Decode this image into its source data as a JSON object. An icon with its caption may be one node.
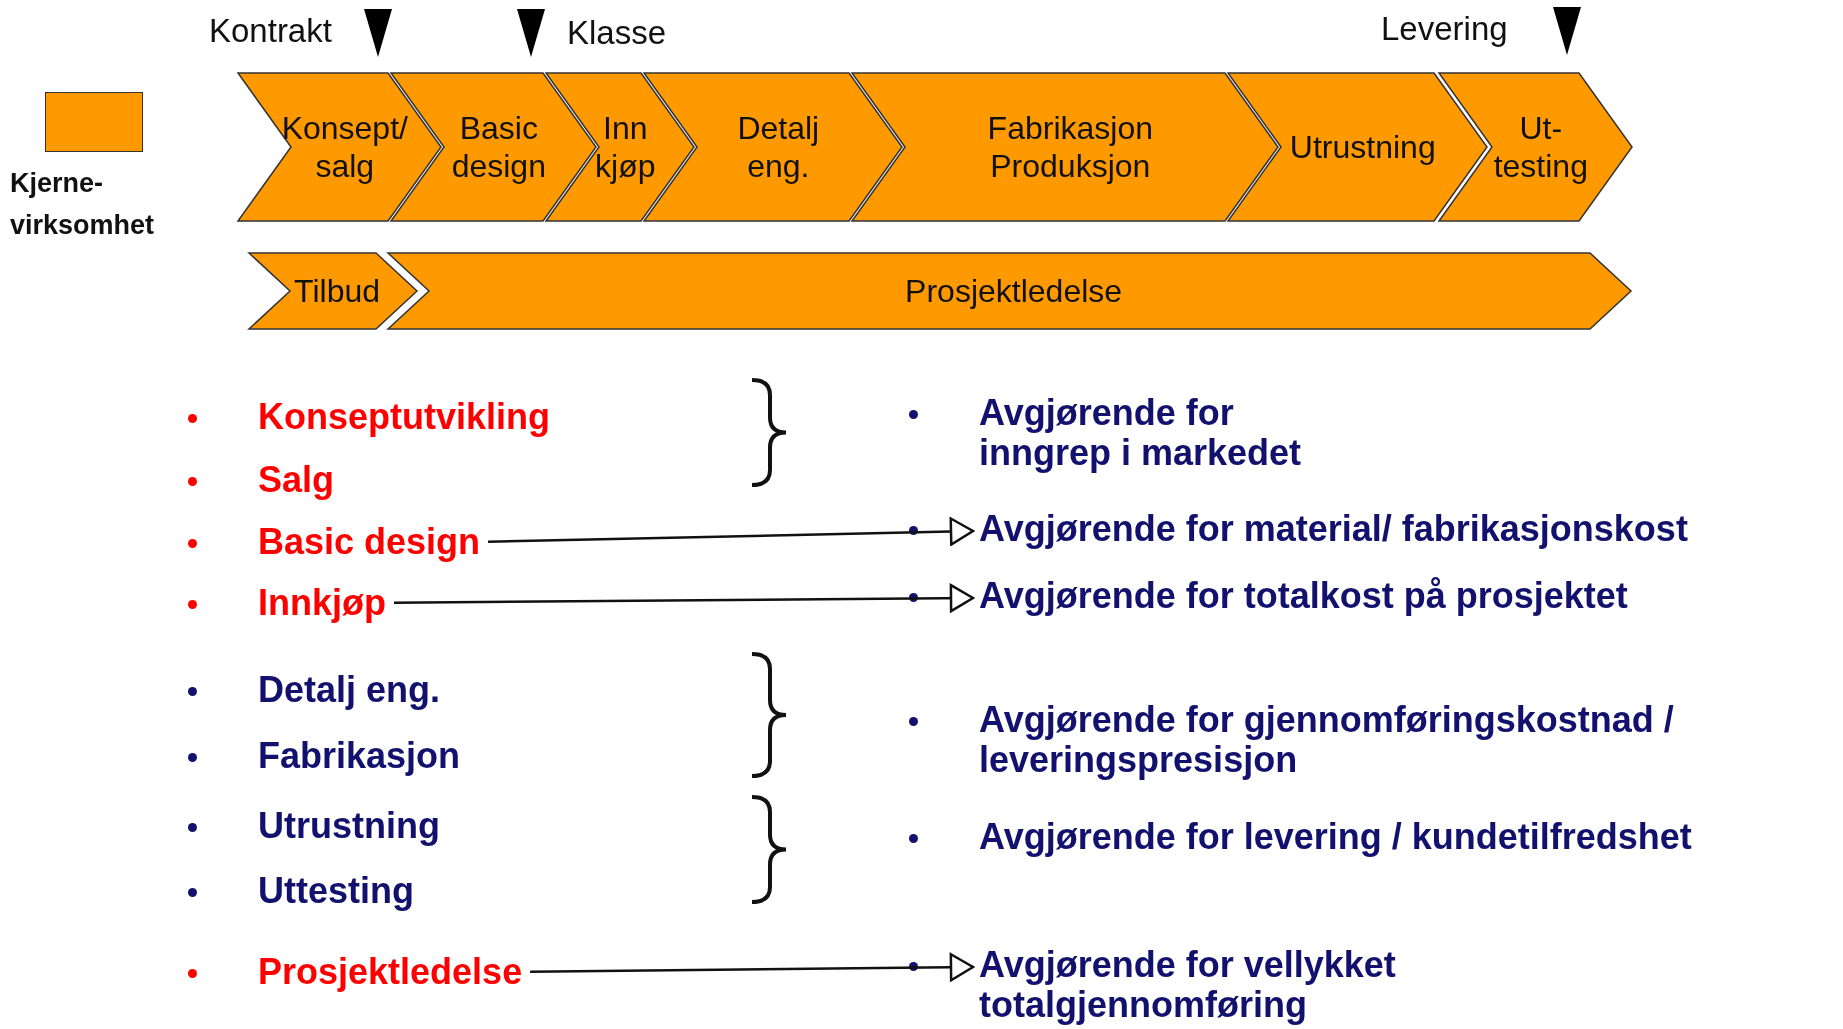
{
  "diagram": {
    "nodes": [
      {
        "text": [
          "Konsept/ salg"
        ]
      },
      {
        "text": [
          "Basic design"
        ]
      },
      {
        "text": [
          "Inn kjøp"
        ]
      },
      {
        "text": [
          "Detalj eng."
        ]
      },
      {
        "text": [
          "Fabrikasjon Produksjon"
        ]
      },
      {
        "text": [
          "Utrustning"
        ]
      },
      {
        "text": [
          "Ut- testing"
        ]
      },
      {
        "text": [
          "Tilbud"
        ]
      },
      {
        "text": [
          "Prosjektledelse"
        ]
      },
      {
        "text": [
          "Konseptutvikling"
        ]
      },
      {
        "text": [
          "Salg"
        ]
      },
      {
        "text": [
          "Basic design"
        ]
      },
      {
        "text": [
          "Innkjøp"
        ]
      },
      {
        "text": [
          "Detalj eng."
        ]
      },
      {
        "text": [
          "Fabrikasjon"
        ]
      },
      {
        "text": [
          "Utrustning"
        ]
      },
      {
        "text": [
          "Uttesting"
        ]
      },
      {
        "text": [
          "Prosjektledelse"
        ]
      },
      {
        "text": [
          "Avgjørende for inngrep i markedet"
        ]
      },
      {
        "text": [
          "Avgjørende for material/ fabrikasjonskost"
        ]
      },
      {
        "text": [
          "Avgjørende for totalkost på prosjektet"
        ]
      },
      {
        "text": [
          "Avgjørende for gjennomføringskostnad / leveringspresisjon"
        ]
      },
      {
        "text": [
          "Avgjørende for levering / kundetilfredshet"
        ]
      },
      {
        "text": [
          "Avgjørende for vellykket totalgjennomføring"
        ]
      }
    ],
    "edges": [
      {
        "from": 11,
        "to": 19,
        "arrow": "to"
      },
      {
        "from": 12,
        "to": 20,
        "arrow": "to"
      },
      {
        "from": 17,
        "to": 23,
        "arrow": "to"
      }
    ],
    "labels": [
      "Kontrakt",
      "Klasse",
      "Levering"
    ],
    "legend": [
      {
        "text": "Kjerne- virksomhet",
        "color": "#ff9900"
      }
    ]
  }
}
